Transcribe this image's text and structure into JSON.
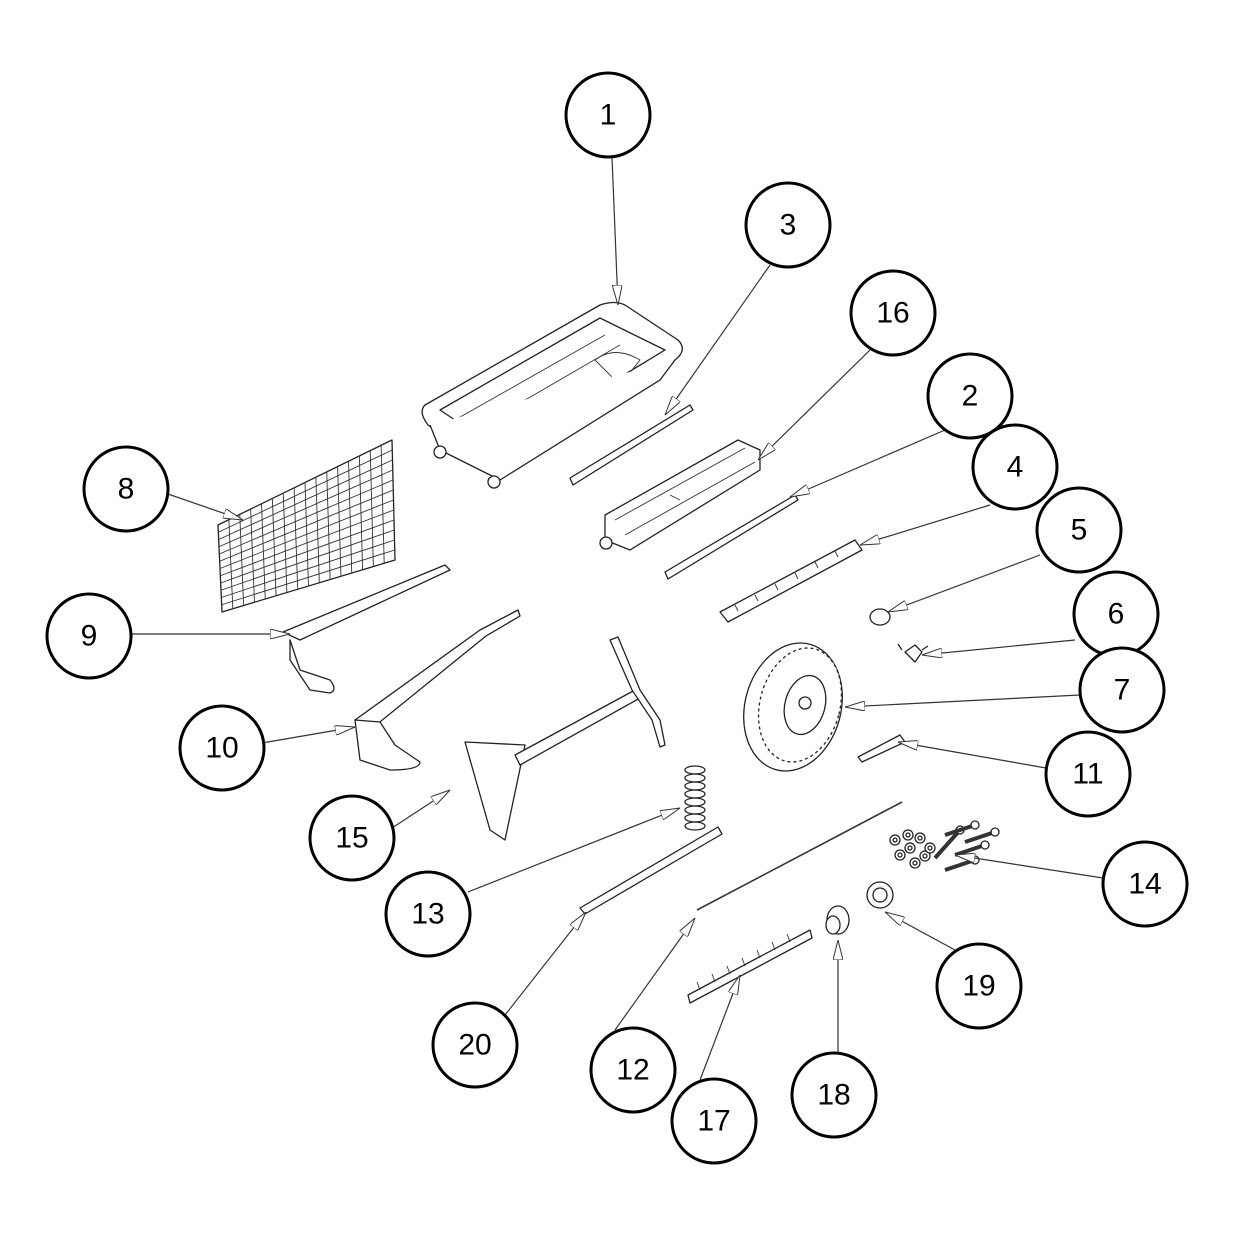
{
  "diagram": {
    "type": "exploded-parts-diagram",
    "callouts": [
      {
        "id": "part-1",
        "label": "1"
      },
      {
        "id": "part-2",
        "label": "2"
      },
      {
        "id": "part-3",
        "label": "3"
      },
      {
        "id": "part-4",
        "label": "4"
      },
      {
        "id": "part-5",
        "label": "5"
      },
      {
        "id": "part-6",
        "label": "6"
      },
      {
        "id": "part-7",
        "label": "7"
      },
      {
        "id": "part-8",
        "label": "8"
      },
      {
        "id": "part-9",
        "label": "9"
      },
      {
        "id": "part-10",
        "label": "10"
      },
      {
        "id": "part-11",
        "label": "11"
      },
      {
        "id": "part-12",
        "label": "12"
      },
      {
        "id": "part-13",
        "label": "13"
      },
      {
        "id": "part-14",
        "label": "14"
      },
      {
        "id": "part-15",
        "label": "15"
      },
      {
        "id": "part-16",
        "label": "16"
      },
      {
        "id": "part-17",
        "label": "17"
      },
      {
        "id": "part-18",
        "label": "18"
      },
      {
        "id": "part-19",
        "label": "19"
      },
      {
        "id": "part-20",
        "label": "20"
      }
    ]
  }
}
